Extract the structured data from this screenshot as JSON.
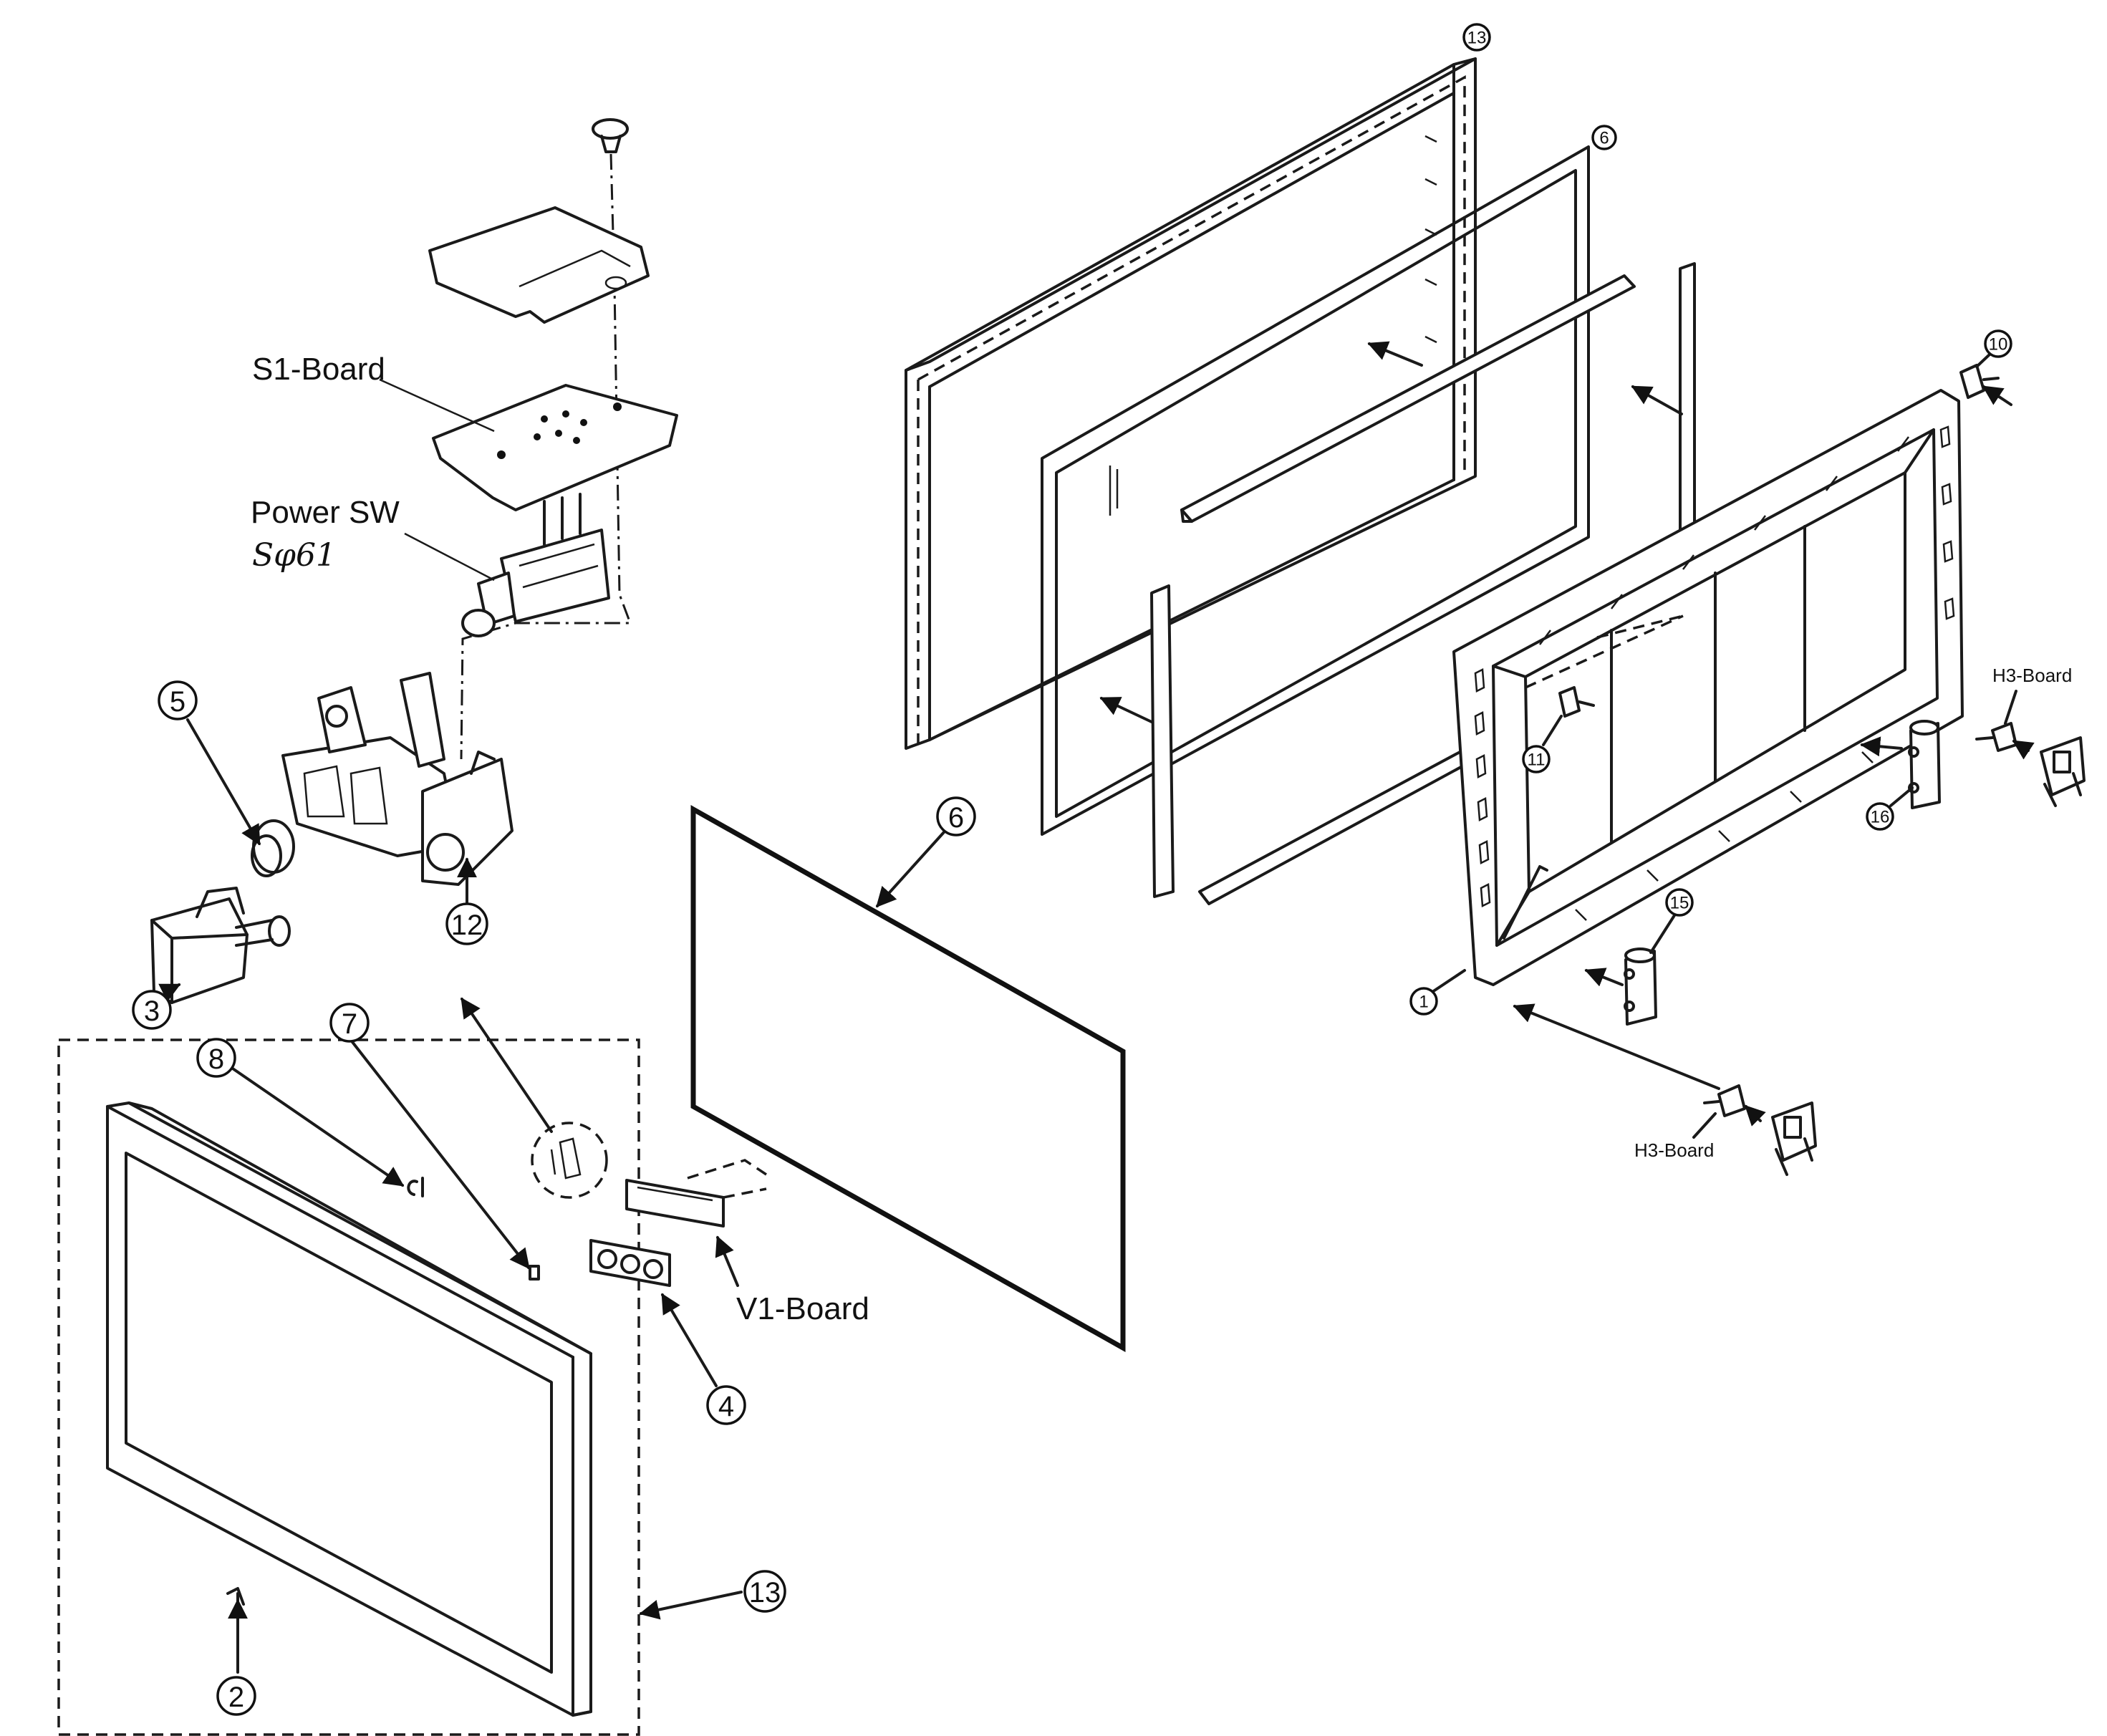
{
  "labels": {
    "s1_board": "S1-Board",
    "power_sw": "Power SW",
    "power_sw_note": "Sφ61",
    "v1_board": "V1-Board",
    "h3_board_right": "H3-Board",
    "h3_board_bottom": "H3-Board"
  },
  "callouts": {
    "c1": "1",
    "c2": "2",
    "c3": "3",
    "c4": "4",
    "c5": "5",
    "c6_large": "6",
    "c6_small": "6",
    "c7": "7",
    "c8": "8",
    "c10": "10",
    "c11": "11",
    "c12": "12",
    "c13_top": "13",
    "c13_bottom": "13",
    "c15": "15",
    "c16": "16"
  }
}
